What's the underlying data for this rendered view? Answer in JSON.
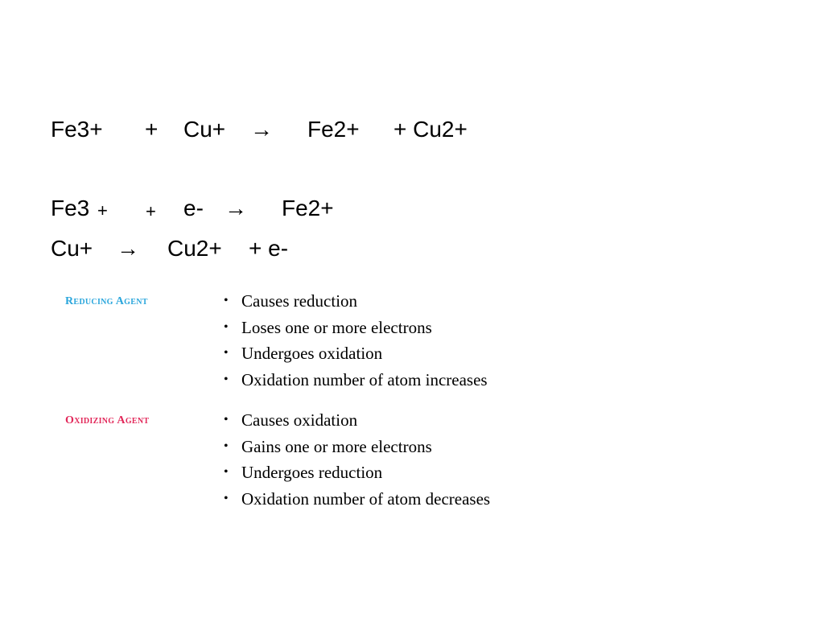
{
  "equations": {
    "overall": {
      "fe3": "Fe3+",
      "plus1": "+",
      "cu": "Cu+",
      "arrow": "→",
      "fe2": "Fe2+",
      "cu2": "+ Cu2+"
    },
    "half_reduction": {
      "fe": "Fe3",
      "fe_charge": "+",
      "plus": "+",
      "electron": "e-",
      "arrow": "→",
      "product": "Fe2+"
    },
    "half_oxidation": {
      "reactant": "Cu+",
      "arrow": "→",
      "product": "Cu2+",
      "electron": "+ e-"
    }
  },
  "reducing_agent": {
    "label": "Reducing Agent",
    "color": "#2aa6dc",
    "bullet": "•",
    "items": [
      "Causes reduction",
      "Loses one or more electrons",
      "Undergoes oxidation",
      "Oxidation number of atom increases"
    ]
  },
  "oxidizing_agent": {
    "label": "Oxidizing Agent",
    "color": "#e2285a",
    "bullet": "•",
    "items": [
      "Causes oxidation",
      "Gains one or more electrons",
      "Undergoes reduction",
      "Oxidation number of atom decreases"
    ]
  }
}
